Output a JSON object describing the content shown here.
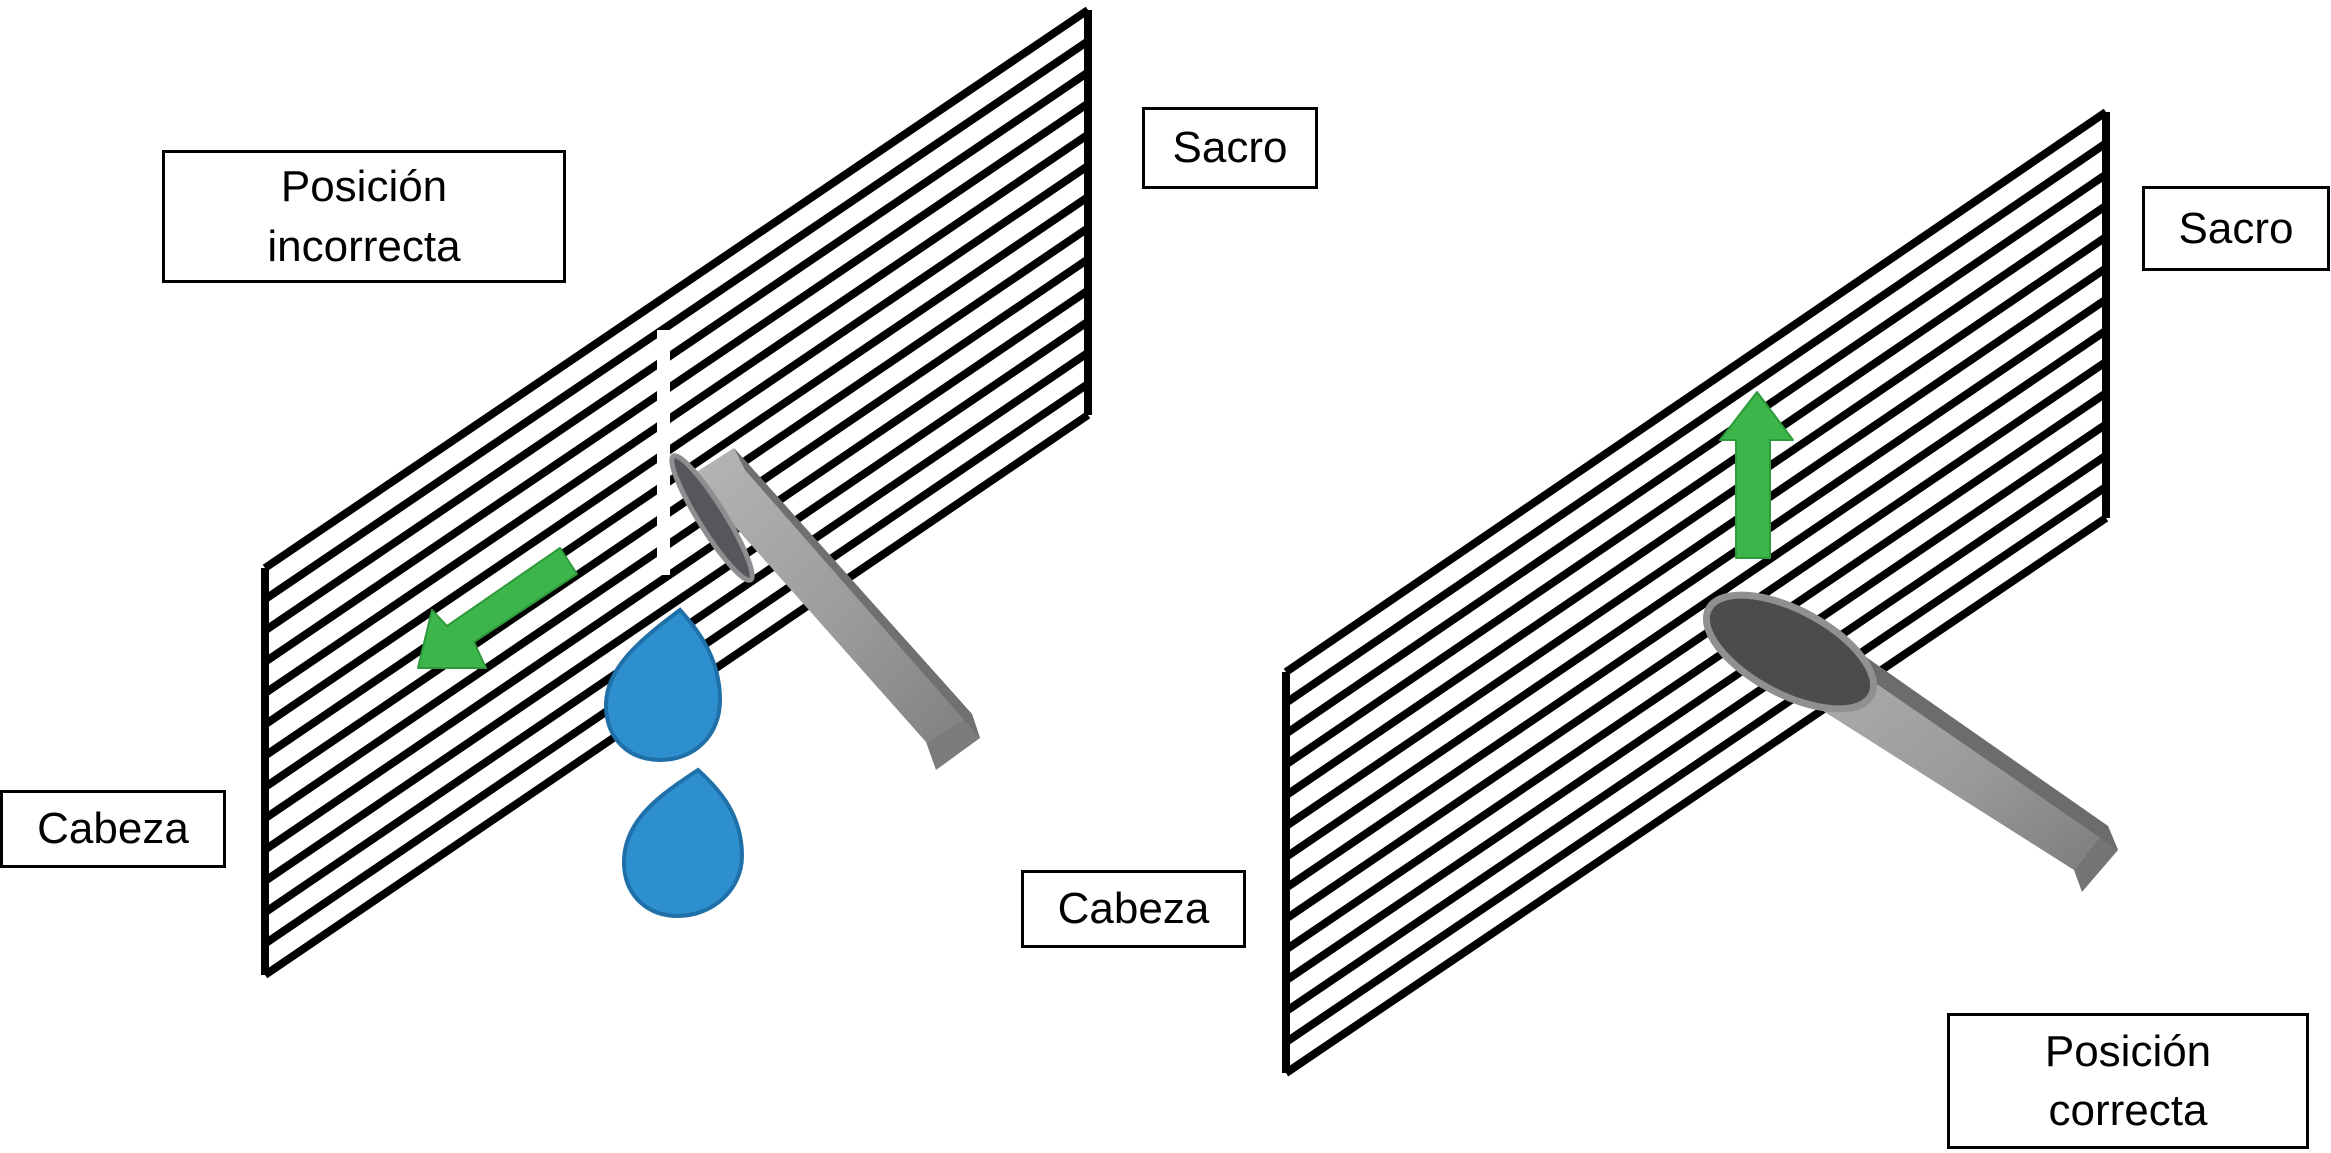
{
  "left_panel": {
    "title_line1": "Posición",
    "title_line2": "incorrecta",
    "top_label": "Sacro",
    "bottom_label": "Cabeza"
  },
  "right_panel": {
    "title_line1": "Posición",
    "title_line2": "correcta",
    "top_label": "Sacro",
    "bottom_label": "Cabeza"
  },
  "colors": {
    "stripes": "#000000",
    "arrow": "#3cb54a",
    "drop": "#2e8fce",
    "drop_outline": "#1f6fa8",
    "tube_body": "#9a9c9e",
    "tube_shadow": "#6c6e70",
    "tube_opening": "#4a4c4e"
  },
  "icons": {
    "arrow": "green-arrow-icon",
    "drop": "water-drop-icon",
    "tube": "nozzle-icon"
  }
}
